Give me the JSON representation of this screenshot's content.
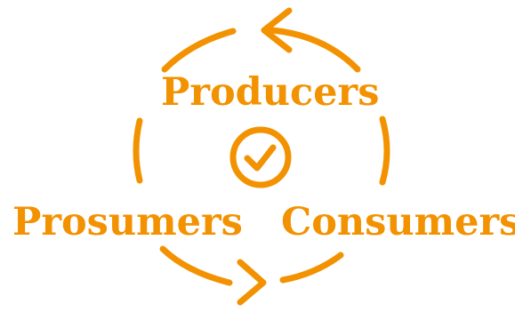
{
  "diagram": {
    "accent_color": "#f39200",
    "center_icon": "check-circle-icon",
    "nodes": {
      "producers": "Producers",
      "prosumers": "Prosumers",
      "consumers": "Consumers"
    }
  }
}
